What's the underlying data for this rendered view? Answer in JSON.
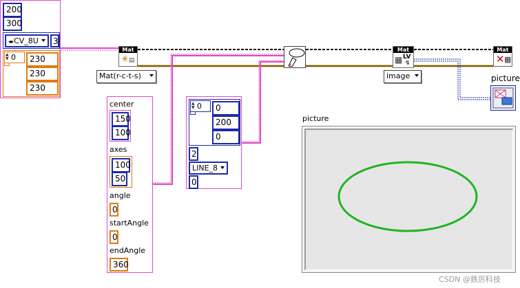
{
  "left_cluster": {
    "rows": "200",
    "cols": "300",
    "type_ring": "CV_8U",
    "channels": "3",
    "array_index": "0",
    "values": [
      "230",
      "230",
      "230"
    ]
  },
  "nodes": {
    "mat_create_title": "Mat",
    "mat_lv_title": "Mat",
    "mat_lv_badge": "LV",
    "mat_release_title": "Mat"
  },
  "polymorphic_selectors": {
    "constructor": "Mat(r-c-t-s)",
    "output": "image"
  },
  "ellipse_params": {
    "center_label": "center",
    "center": [
      "150",
      "100"
    ],
    "axes_label": "axes",
    "axes": [
      "100",
      "50"
    ],
    "angle_label": "angle",
    "angle": "0",
    "start_label": "startAngle",
    "start": "0",
    "end_label": "endAngle",
    "end": "360"
  },
  "color_cluster": {
    "array_index": "0",
    "color": [
      "0",
      "200",
      "0"
    ],
    "thickness": "2",
    "line_type": "LINE_8",
    "shift": "0"
  },
  "picture_terminal": {
    "label": "picture"
  },
  "picture_indicator": {
    "label": "picture",
    "ellipse_color": "#22b422",
    "background": "#e6e6e6"
  },
  "watermark": "CSDN @鉄厉科技"
}
